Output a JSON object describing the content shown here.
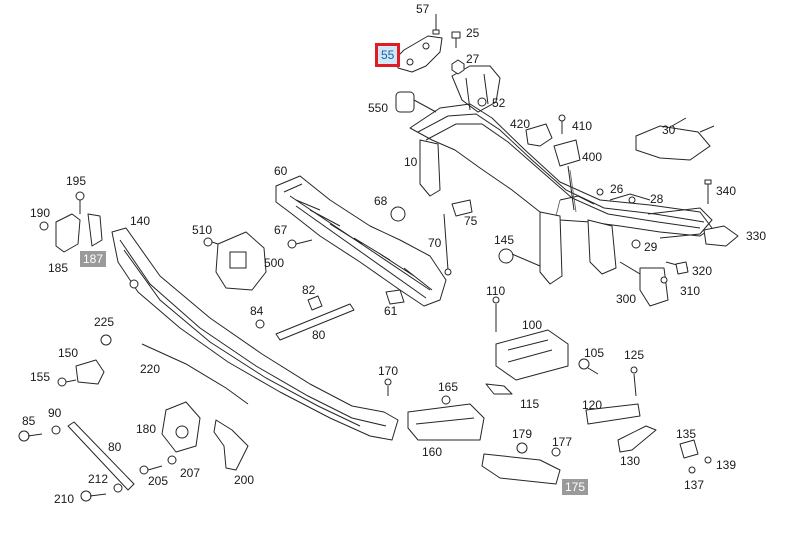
{
  "callouts": [
    {
      "id": "57",
      "text": "57"
    },
    {
      "id": "25",
      "text": "25"
    },
    {
      "id": "55",
      "text": "55",
      "style": "highlight"
    },
    {
      "id": "27",
      "text": "27"
    },
    {
      "id": "550",
      "text": "550"
    },
    {
      "id": "52",
      "text": "52"
    },
    {
      "id": "420",
      "text": "420"
    },
    {
      "id": "410",
      "text": "410"
    },
    {
      "id": "30",
      "text": "30"
    },
    {
      "id": "10",
      "text": "10"
    },
    {
      "id": "400",
      "text": "400"
    },
    {
      "id": "26",
      "text": "26"
    },
    {
      "id": "28",
      "text": "28"
    },
    {
      "id": "340",
      "text": "340"
    },
    {
      "id": "60",
      "text": "60"
    },
    {
      "id": "195",
      "text": "195"
    },
    {
      "id": "190",
      "text": "190"
    },
    {
      "id": "140",
      "text": "140"
    },
    {
      "id": "68",
      "text": "68"
    },
    {
      "id": "75",
      "text": "75"
    },
    {
      "id": "330",
      "text": "330"
    },
    {
      "id": "29",
      "text": "29"
    },
    {
      "id": "510",
      "text": "510"
    },
    {
      "id": "67",
      "text": "67"
    },
    {
      "id": "145",
      "text": "145"
    },
    {
      "id": "70",
      "text": "70"
    },
    {
      "id": "185",
      "text": "185"
    },
    {
      "id": "187",
      "text": "187",
      "style": "grey"
    },
    {
      "id": "500",
      "text": "500"
    },
    {
      "id": "320",
      "text": "320"
    },
    {
      "id": "82",
      "text": "82"
    },
    {
      "id": "310",
      "text": "310"
    },
    {
      "id": "300",
      "text": "300"
    },
    {
      "id": "110",
      "text": "110"
    },
    {
      "id": "84",
      "text": "84"
    },
    {
      "id": "61",
      "text": "61"
    },
    {
      "id": "225",
      "text": "225"
    },
    {
      "id": "100",
      "text": "100"
    },
    {
      "id": "80a",
      "text": "80"
    },
    {
      "id": "150",
      "text": "150"
    },
    {
      "id": "105",
      "text": "105"
    },
    {
      "id": "125",
      "text": "125"
    },
    {
      "id": "220",
      "text": "220"
    },
    {
      "id": "155",
      "text": "155"
    },
    {
      "id": "170",
      "text": "170"
    },
    {
      "id": "165",
      "text": "165"
    },
    {
      "id": "115",
      "text": "115"
    },
    {
      "id": "120",
      "text": "120"
    },
    {
      "id": "85",
      "text": "85"
    },
    {
      "id": "90",
      "text": "90"
    },
    {
      "id": "180",
      "text": "180"
    },
    {
      "id": "80b",
      "text": "80"
    },
    {
      "id": "179",
      "text": "179"
    },
    {
      "id": "177",
      "text": "177"
    },
    {
      "id": "135",
      "text": "135"
    },
    {
      "id": "160",
      "text": "160"
    },
    {
      "id": "130",
      "text": "130"
    },
    {
      "id": "139",
      "text": "139"
    },
    {
      "id": "207",
      "text": "207"
    },
    {
      "id": "212",
      "text": "212"
    },
    {
      "id": "205",
      "text": "205"
    },
    {
      "id": "200",
      "text": "200"
    },
    {
      "id": "137",
      "text": "137"
    },
    {
      "id": "175",
      "text": "175",
      "style": "grey"
    },
    {
      "id": "210",
      "text": "210"
    }
  ],
  "colors": {
    "highlight_border": "#e01b24",
    "highlight_fill": "#cfe7f7",
    "highlight_text": "#1b5fa8",
    "grey_badge": "#9a9a9a",
    "line": "#262626"
  }
}
